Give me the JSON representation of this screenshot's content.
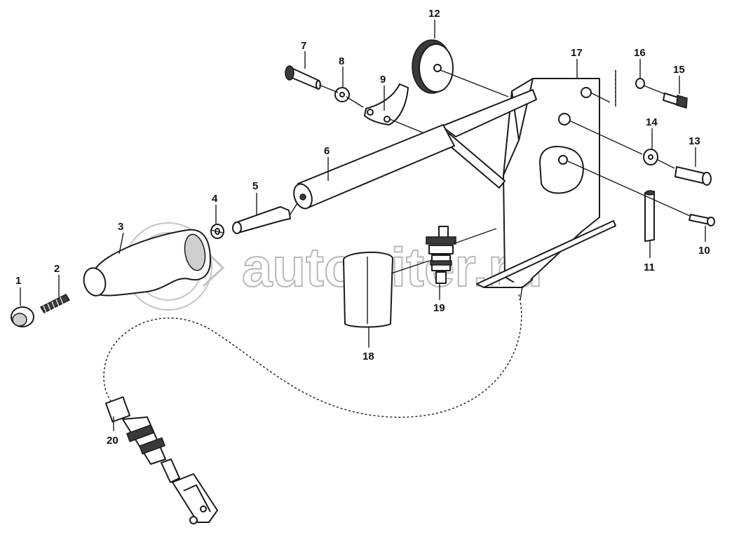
{
  "diagram": {
    "watermark": "autopiter.ru",
    "callouts": [
      {
        "id": "c1",
        "text": "1"
      },
      {
        "id": "c2",
        "text": "2"
      },
      {
        "id": "c3",
        "text": "3"
      },
      {
        "id": "c4",
        "text": "4"
      },
      {
        "id": "c5",
        "text": "5"
      },
      {
        "id": "c6",
        "text": "6"
      },
      {
        "id": "c7",
        "text": "7"
      },
      {
        "id": "c8",
        "text": "8"
      },
      {
        "id": "c9",
        "text": "9"
      },
      {
        "id": "c10",
        "text": "10"
      },
      {
        "id": "c11",
        "text": "11"
      },
      {
        "id": "c12",
        "text": "12"
      },
      {
        "id": "c13",
        "text": "13"
      },
      {
        "id": "c14",
        "text": "14"
      },
      {
        "id": "c15",
        "text": "15"
      },
      {
        "id": "c16",
        "text": "16"
      },
      {
        "id": "c17",
        "text": "17"
      },
      {
        "id": "c18",
        "text": "18"
      },
      {
        "id": "c19",
        "text": "19"
      },
      {
        "id": "c20",
        "text": "20"
      }
    ]
  }
}
